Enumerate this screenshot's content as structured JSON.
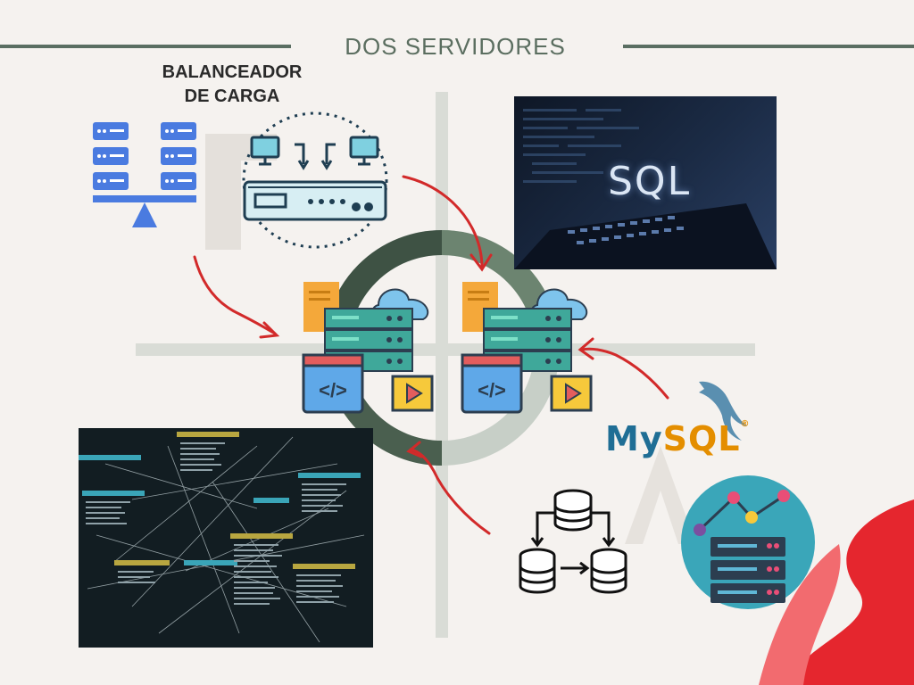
{
  "header": {
    "title": "DOS SERVIDORES"
  },
  "load_balancer": {
    "label_line1": "BALANCEADOR",
    "label_line2": "DE CARGA"
  },
  "sql_image": {
    "text": "SQL"
  },
  "mysql_logo": {
    "my": "My",
    "sql": "SQL",
    "reg": "®"
  },
  "colors": {
    "accent_green": "#5a6e62",
    "arrow_red": "#d22a2a",
    "server_teal": "#3fa89a",
    "lb_blue": "#4a7be0",
    "decor_red": "#e5262e"
  }
}
